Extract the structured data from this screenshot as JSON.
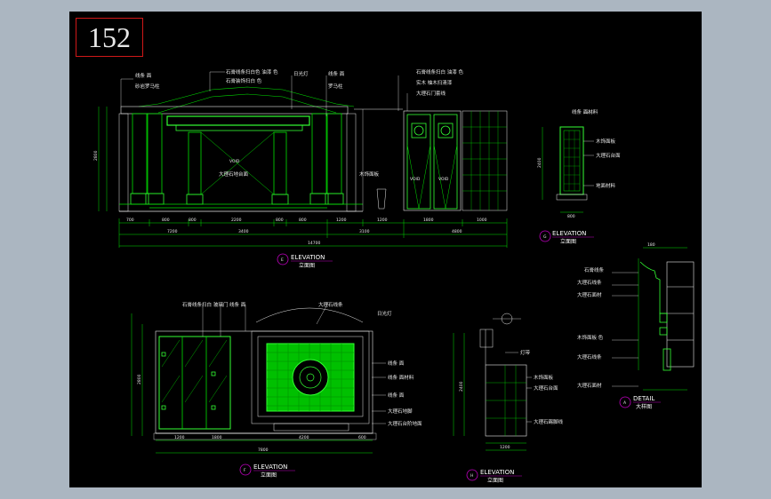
{
  "sheet_number": "152",
  "colors": {
    "background": "#000000",
    "frame": "#abb6c1",
    "green": "#00e000",
    "bright_green": "#33ff33",
    "white": "#e8e8e8",
    "magenta": "#c000c0",
    "red": "#d01818"
  },
  "views": {
    "e": {
      "marker": "E",
      "title": "ELEVATION",
      "subtitle": "立面图"
    },
    "g": {
      "marker": "G",
      "title": "ELEVATION",
      "subtitle": "立面图"
    },
    "f": {
      "marker": "F",
      "title": "ELEVATION",
      "subtitle": "立面图"
    },
    "h": {
      "marker": "H",
      "title": "ELEVATION",
      "subtitle": "立面图"
    },
    "a": {
      "marker": "A",
      "title": "DETAIL",
      "subtitle": "大样图"
    }
  },
  "labels": {
    "e_top_1": "石膏线条扫白色 油漆 色",
    "e_top_2": "石膏装饰扫白 色",
    "e_left_1": "线条 面",
    "e_left_2": "砂岩罗马柱",
    "e_mid_1": "日光灯",
    "e_mid_2": "线条 面",
    "e_mid_3": "罗马柱",
    "e_right_1": "石膏线条扫白 油漆 色",
    "e_right_2": "实木 柚木扫清漆",
    "e_right_3": "大理石门套线",
    "e_center": "大理石地台面",
    "e_side": "木饰面板",
    "e_void": "VOID",
    "g_1": "线条 面材料",
    "g_2": "木饰面板",
    "g_3": "大理石台面",
    "g_4": "地面材料",
    "f_1": "石膏线条扫白",
    "f_2": "玻璃门",
    "f_3": "线条 面",
    "f_4": "大理石线条",
    "f_5": "日光灯",
    "f_6": "线条 面",
    "f_7": "线条 面材料",
    "f_8": "线条 面",
    "f_9": "大理石地脚",
    "f_10": "大理石台阶地面",
    "h_1": "灯带",
    "h_2": "木饰面板",
    "h_3": "大理石台面",
    "h_4": "大理石踢脚线",
    "a_1": "石膏线条",
    "a_2": "大理石线条",
    "a_3": "大理石面材",
    "a_4": "木饰面板 色",
    "a_5": "大理石线条",
    "a_6": "大理石面材"
  },
  "dims": {
    "e_chain": [
      "700",
      "800",
      "800",
      "2200",
      "800",
      "800",
      "1200",
      "1200",
      "1800",
      "1000"
    ],
    "e_mid": [
      "7200",
      "3400",
      "3100",
      "4800"
    ],
    "e_total": "14700",
    "e_height": "2800",
    "g_height": "2400",
    "g_width": "800",
    "f_chain": [
      "1200",
      "1800",
      "4200",
      "600"
    ],
    "f_total": "7800",
    "f_height": "2800",
    "h_height": "2400",
    "h_width": "1200",
    "a_width": "180"
  }
}
